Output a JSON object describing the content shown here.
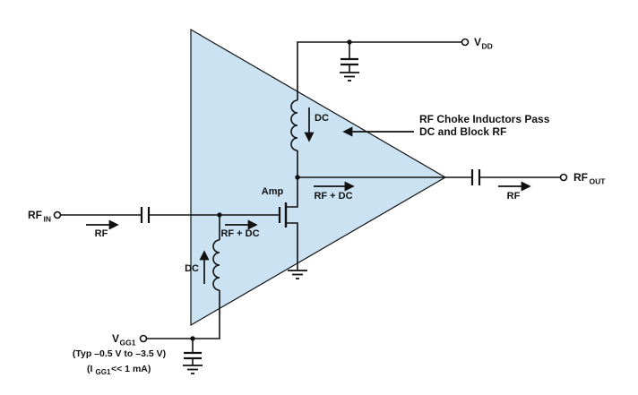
{
  "figure": {
    "type": "circuit-schematic",
    "colors": {
      "triangle_fill": "#cbe2f2",
      "wire": "#111111",
      "text": "#111111"
    },
    "terminals": {
      "vdd": {
        "main": "V",
        "sub": "DD"
      },
      "rfout": {
        "main": "RF",
        "sub": "OUT"
      },
      "rfin": {
        "main": "RF",
        "sub": "IN"
      },
      "vgg1": {
        "main": "V",
        "sub": "GG1"
      }
    },
    "labels": {
      "amp": "Amp",
      "dc_top": "DC",
      "dc_bottom": "DC",
      "flow_rf_in": "RF",
      "flow_rf_dc_in": "RF + DC",
      "flow_rf_dc_out": "RF + DC",
      "flow_rf_out": "RF",
      "choke_note_line1": "RF Choke Inductors Pass",
      "choke_note_line2": "DC and Block RF",
      "vgg_note1": "(Typ –0.5 V to –3.5 V)",
      "vgg_note2_pre": "(I",
      "vgg_note2_sub": "GG1",
      "vgg_note2_post": "<< 1 mA)"
    }
  }
}
